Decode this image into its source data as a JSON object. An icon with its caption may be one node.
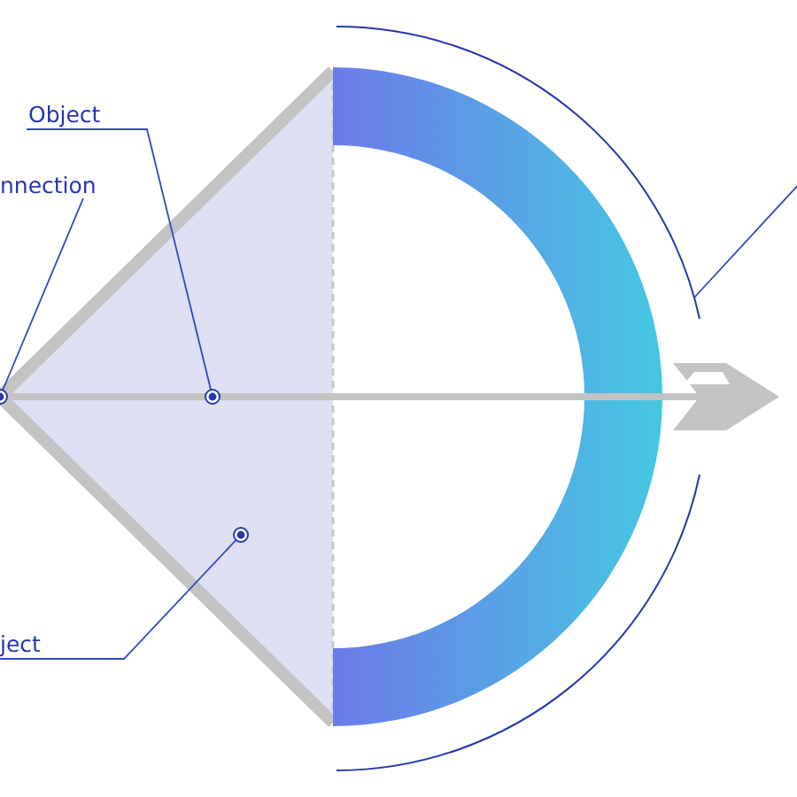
{
  "diagram": {
    "nodes": [
      {
        "text": [
          "Object"
        ]
      },
      {
        "text": [
          "nnection"
        ]
      },
      {
        "text": [
          "ject"
        ]
      },
      {
        "text": [],
        "shape": "arc"
      }
    ],
    "edges": [
      {
        "from": 0,
        "to": null,
        "arrow": "other"
      },
      {
        "from": 1,
        "to": null,
        "arrow": "other"
      },
      {
        "from": 2,
        "to": null,
        "arrow": "other"
      },
      {
        "from": 3,
        "to": null,
        "arrow": "none"
      }
    ]
  }
}
